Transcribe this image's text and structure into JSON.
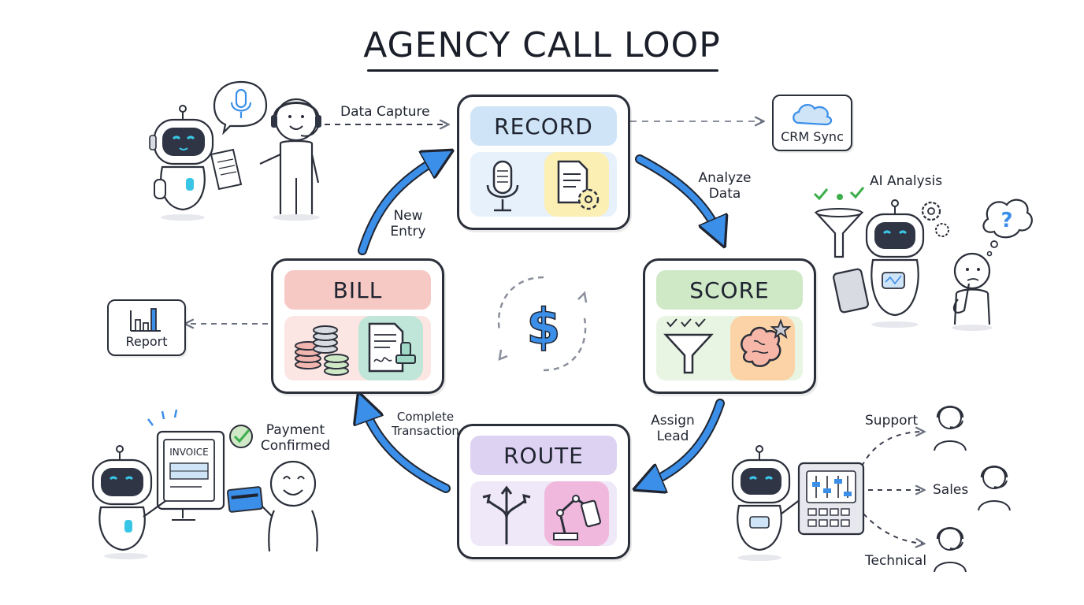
{
  "title": "AGENCY CALL LOOP",
  "stages": {
    "record": {
      "label": "RECORD",
      "icons": [
        "microphone-icon",
        "document-gear-icon"
      ]
    },
    "score": {
      "label": "SCORE",
      "icons": [
        "checks-funnel-icon",
        "brain-star-icon"
      ]
    },
    "route": {
      "label": "ROUTE",
      "icons": [
        "split-arrows-icon",
        "robot-arm-phone-icon"
      ]
    },
    "bill": {
      "label": "BILL",
      "icons": [
        "coin-stacks-icon",
        "stamped-document-icon"
      ]
    }
  },
  "transitions": {
    "new_entry": [
      "New",
      "Entry"
    ],
    "analyze_data": [
      "Analyze",
      "Data"
    ],
    "assign_lead": [
      "Assign",
      "Lead"
    ],
    "complete_transaction": [
      "Complete",
      "Transaction"
    ]
  },
  "center_icon": "dollar-cycle-icon",
  "side_labels": {
    "data_capture": "Data Capture",
    "crm_sync": "CRM Sync",
    "ai_analysis": "AI Analysis",
    "report": "Report",
    "payment_confirmed": [
      "Payment",
      "Confirmed"
    ],
    "invoice": "INVOICE",
    "routing_targets": [
      "Support",
      "Sales",
      "Technical"
    ]
  },
  "colors": {
    "record_head": "#cfe4f7",
    "record_body": "#e7f1fb",
    "score_head": "#cfe8c6",
    "score_body": "#e9f5e3",
    "route_head": "#ded2f2",
    "route_body": "#efe8f8",
    "bill_head": "#f7c9c4",
    "bill_body": "#fbe6e3",
    "arrow_blue": "#3b8fe8",
    "robot_eye": "#39c6e6"
  }
}
